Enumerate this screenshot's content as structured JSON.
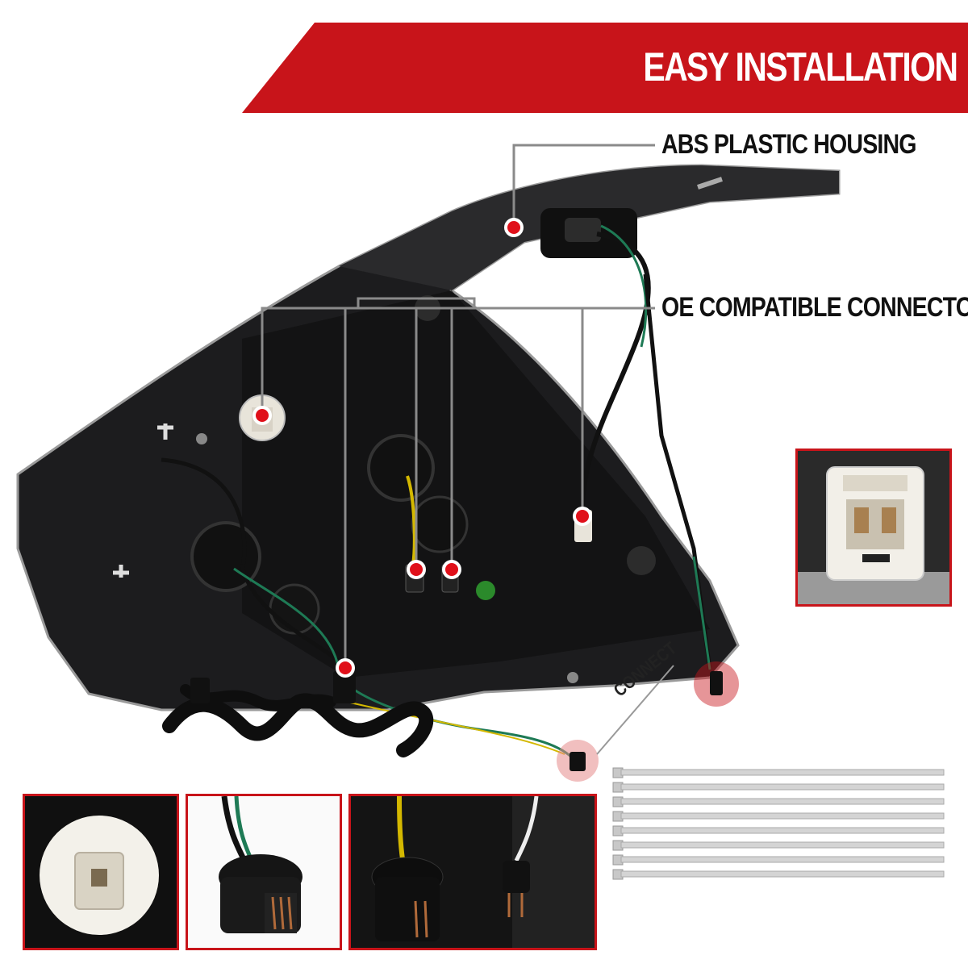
{
  "banner": {
    "title": "EASY INSTALLATION"
  },
  "callouts": {
    "housing": "ABS PLASTIC HOUSING",
    "connectors": "OE COMPATIBLE CONNECTORS"
  },
  "connect_label": "CONNECT",
  "colors": {
    "accent": "#c8141a",
    "marker": "#e0101a",
    "leader_line": "#8a8a8a",
    "housing": "#1c1c1e"
  },
  "accessories": {
    "zip_tie_count": 8
  }
}
